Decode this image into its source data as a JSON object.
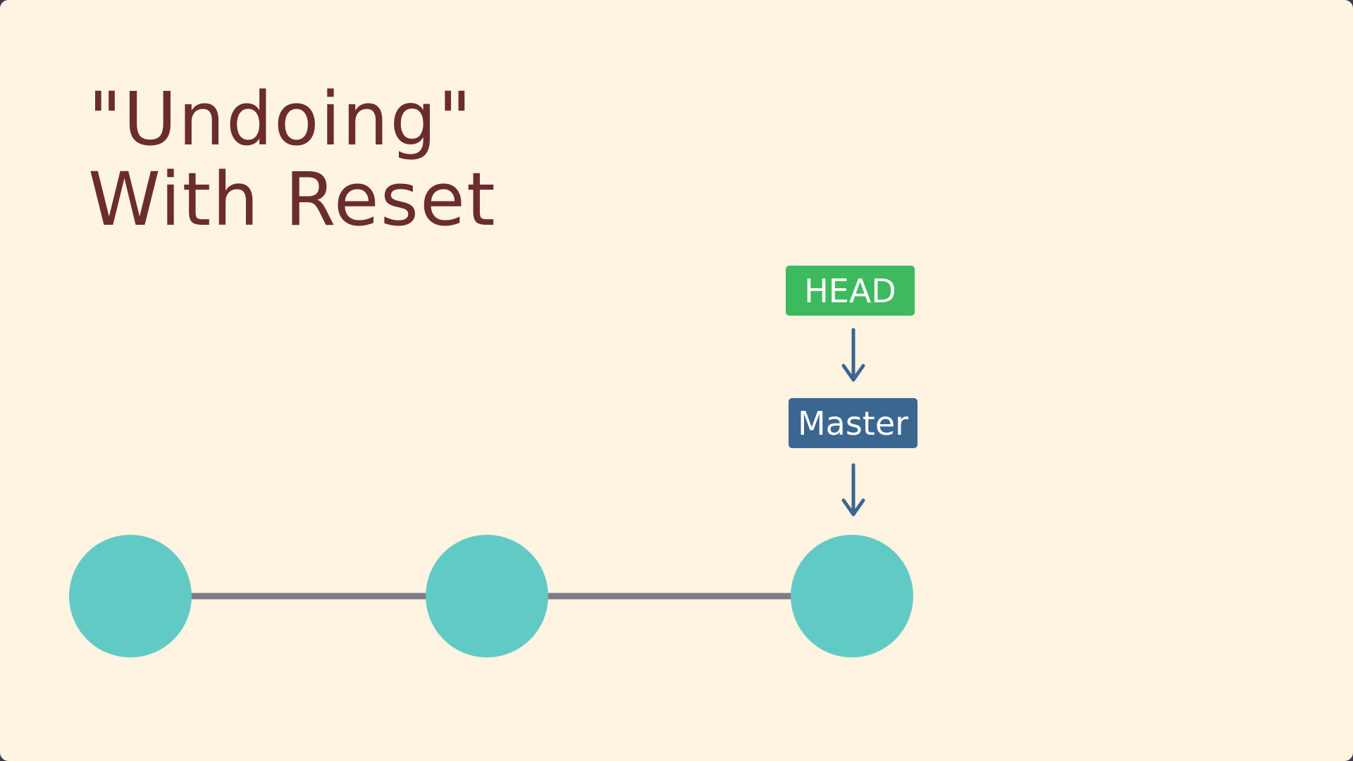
{
  "slide": {
    "title_line1": "\"Undoing\"",
    "title_line2": "With Reset"
  },
  "refs": {
    "head": "HEAD",
    "master": "Master"
  },
  "graph": {
    "commits": 3,
    "head_commit_index": 2,
    "master_commit_index": 2
  },
  "colors": {
    "background": "#fff4e2",
    "title": "#6b2c2c",
    "commit": "#62cac5",
    "edge": "#7c7c86",
    "head": "#3dba5d",
    "master": "#3a6690",
    "arrow": "#3a6690"
  }
}
